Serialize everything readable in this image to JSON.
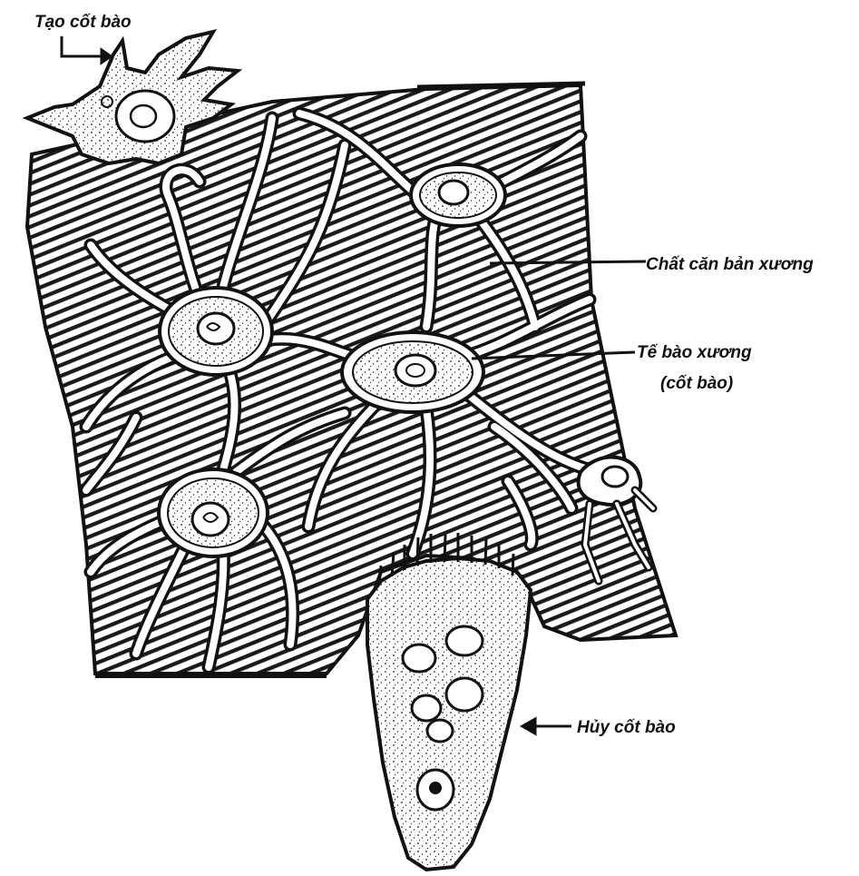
{
  "diagram": {
    "labels": {
      "osteoblast": "Tạo cốt bào",
      "matrix": "Chất căn bản xương",
      "osteocyte_line1": "Tế bào xương",
      "osteocyte_line2": "(cốt bào)",
      "osteoclast": "Hủy cốt bào"
    },
    "colors": {
      "ink": "#111111",
      "paper": "#ffffff",
      "hatch": "#1a1a1a"
    }
  }
}
